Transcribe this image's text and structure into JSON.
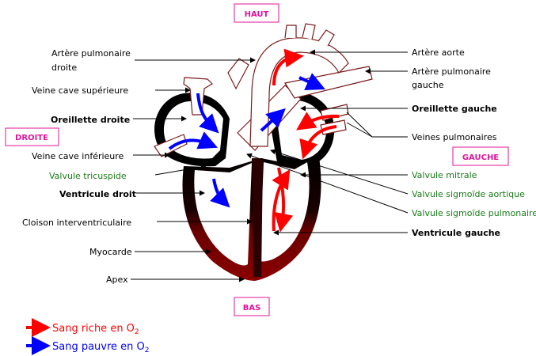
{
  "orientation": {
    "top": "HAUT",
    "bottom": "BAS",
    "left": "DROITE",
    "right": "GAUCHE"
  },
  "labels_left": [
    {
      "text": "Artère pulmonaire",
      "style": "normal"
    },
    {
      "text": "droite",
      "style": "normal"
    },
    {
      "text": "Veine cave supérieure",
      "style": "normal"
    },
    {
      "text": "Oreillette droite",
      "style": "bold"
    },
    {
      "text": "Veine cave inférieure",
      "style": "normal"
    },
    {
      "text": "Valvule tricuspide",
      "style": "green"
    },
    {
      "text": "Ventricule droit",
      "style": "bold"
    },
    {
      "text": "Cloison interventriculaire",
      "style": "normal"
    },
    {
      "text": "Myocarde",
      "style": "normal"
    },
    {
      "text": "Apex",
      "style": "normal"
    }
  ],
  "labels_right": [
    {
      "text": "Artère aorte",
      "style": "normal"
    },
    {
      "text": "Artère pulmonaire",
      "style": "normal"
    },
    {
      "text": "gauche",
      "style": "normal"
    },
    {
      "text": "Oreillette gauche",
      "style": "bold"
    },
    {
      "text": "Veines pulmonaires",
      "style": "normal"
    },
    {
      "text": "Valvule mitrale",
      "style": "green"
    },
    {
      "text": "Valvule sigmoïde aortique",
      "style": "green"
    },
    {
      "text": "Valvule sigmoïde pulmonaire",
      "style": "green"
    },
    {
      "text": "Ventricule gauche",
      "style": "bold"
    }
  ],
  "legend": {
    "rich": {
      "text": "Sang riche en O",
      "sub": "2",
      "color": "#ff0000"
    },
    "poor": {
      "text": "Sang pauvre en O",
      "sub": "2",
      "color": "#0000ff"
    }
  },
  "colors": {
    "tag_border": "#e0149a",
    "tag_text": "#e0149a",
    "green_label": "#1a7a1a",
    "myocardium_dark": "#000000",
    "myocardium_red": "#8b0000",
    "vessel_outline": "#7a1a1a",
    "oxygen_rich": "#ff0000",
    "oxygen_poor": "#0000ff"
  }
}
